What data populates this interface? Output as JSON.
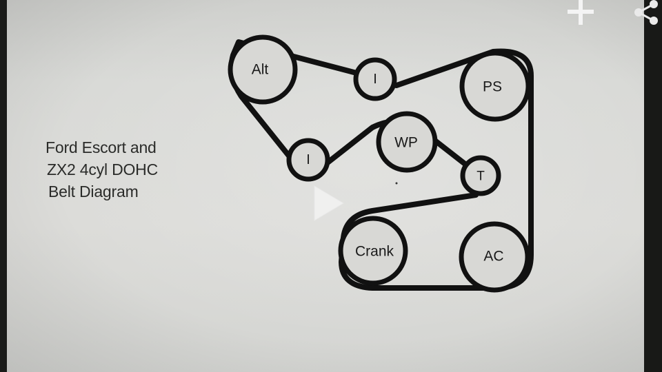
{
  "caption": {
    "line1": "Ford Escort and",
    "line2": "ZX2 4cyl DOHC",
    "line3": "Belt Diagram"
  },
  "pulleys": {
    "alt": "Alt",
    "idler_top": "I",
    "ps": "PS",
    "idler_left": "I",
    "wp": "WP",
    "tensioner": "T",
    "crank": "Crank",
    "ac": "AC"
  },
  "icons": {
    "add": "plus-icon",
    "share": "share-icon",
    "play": "play-icon"
  },
  "colors": {
    "belt": "#111111",
    "background": "#d9dad7",
    "text": "#2a2b29"
  }
}
